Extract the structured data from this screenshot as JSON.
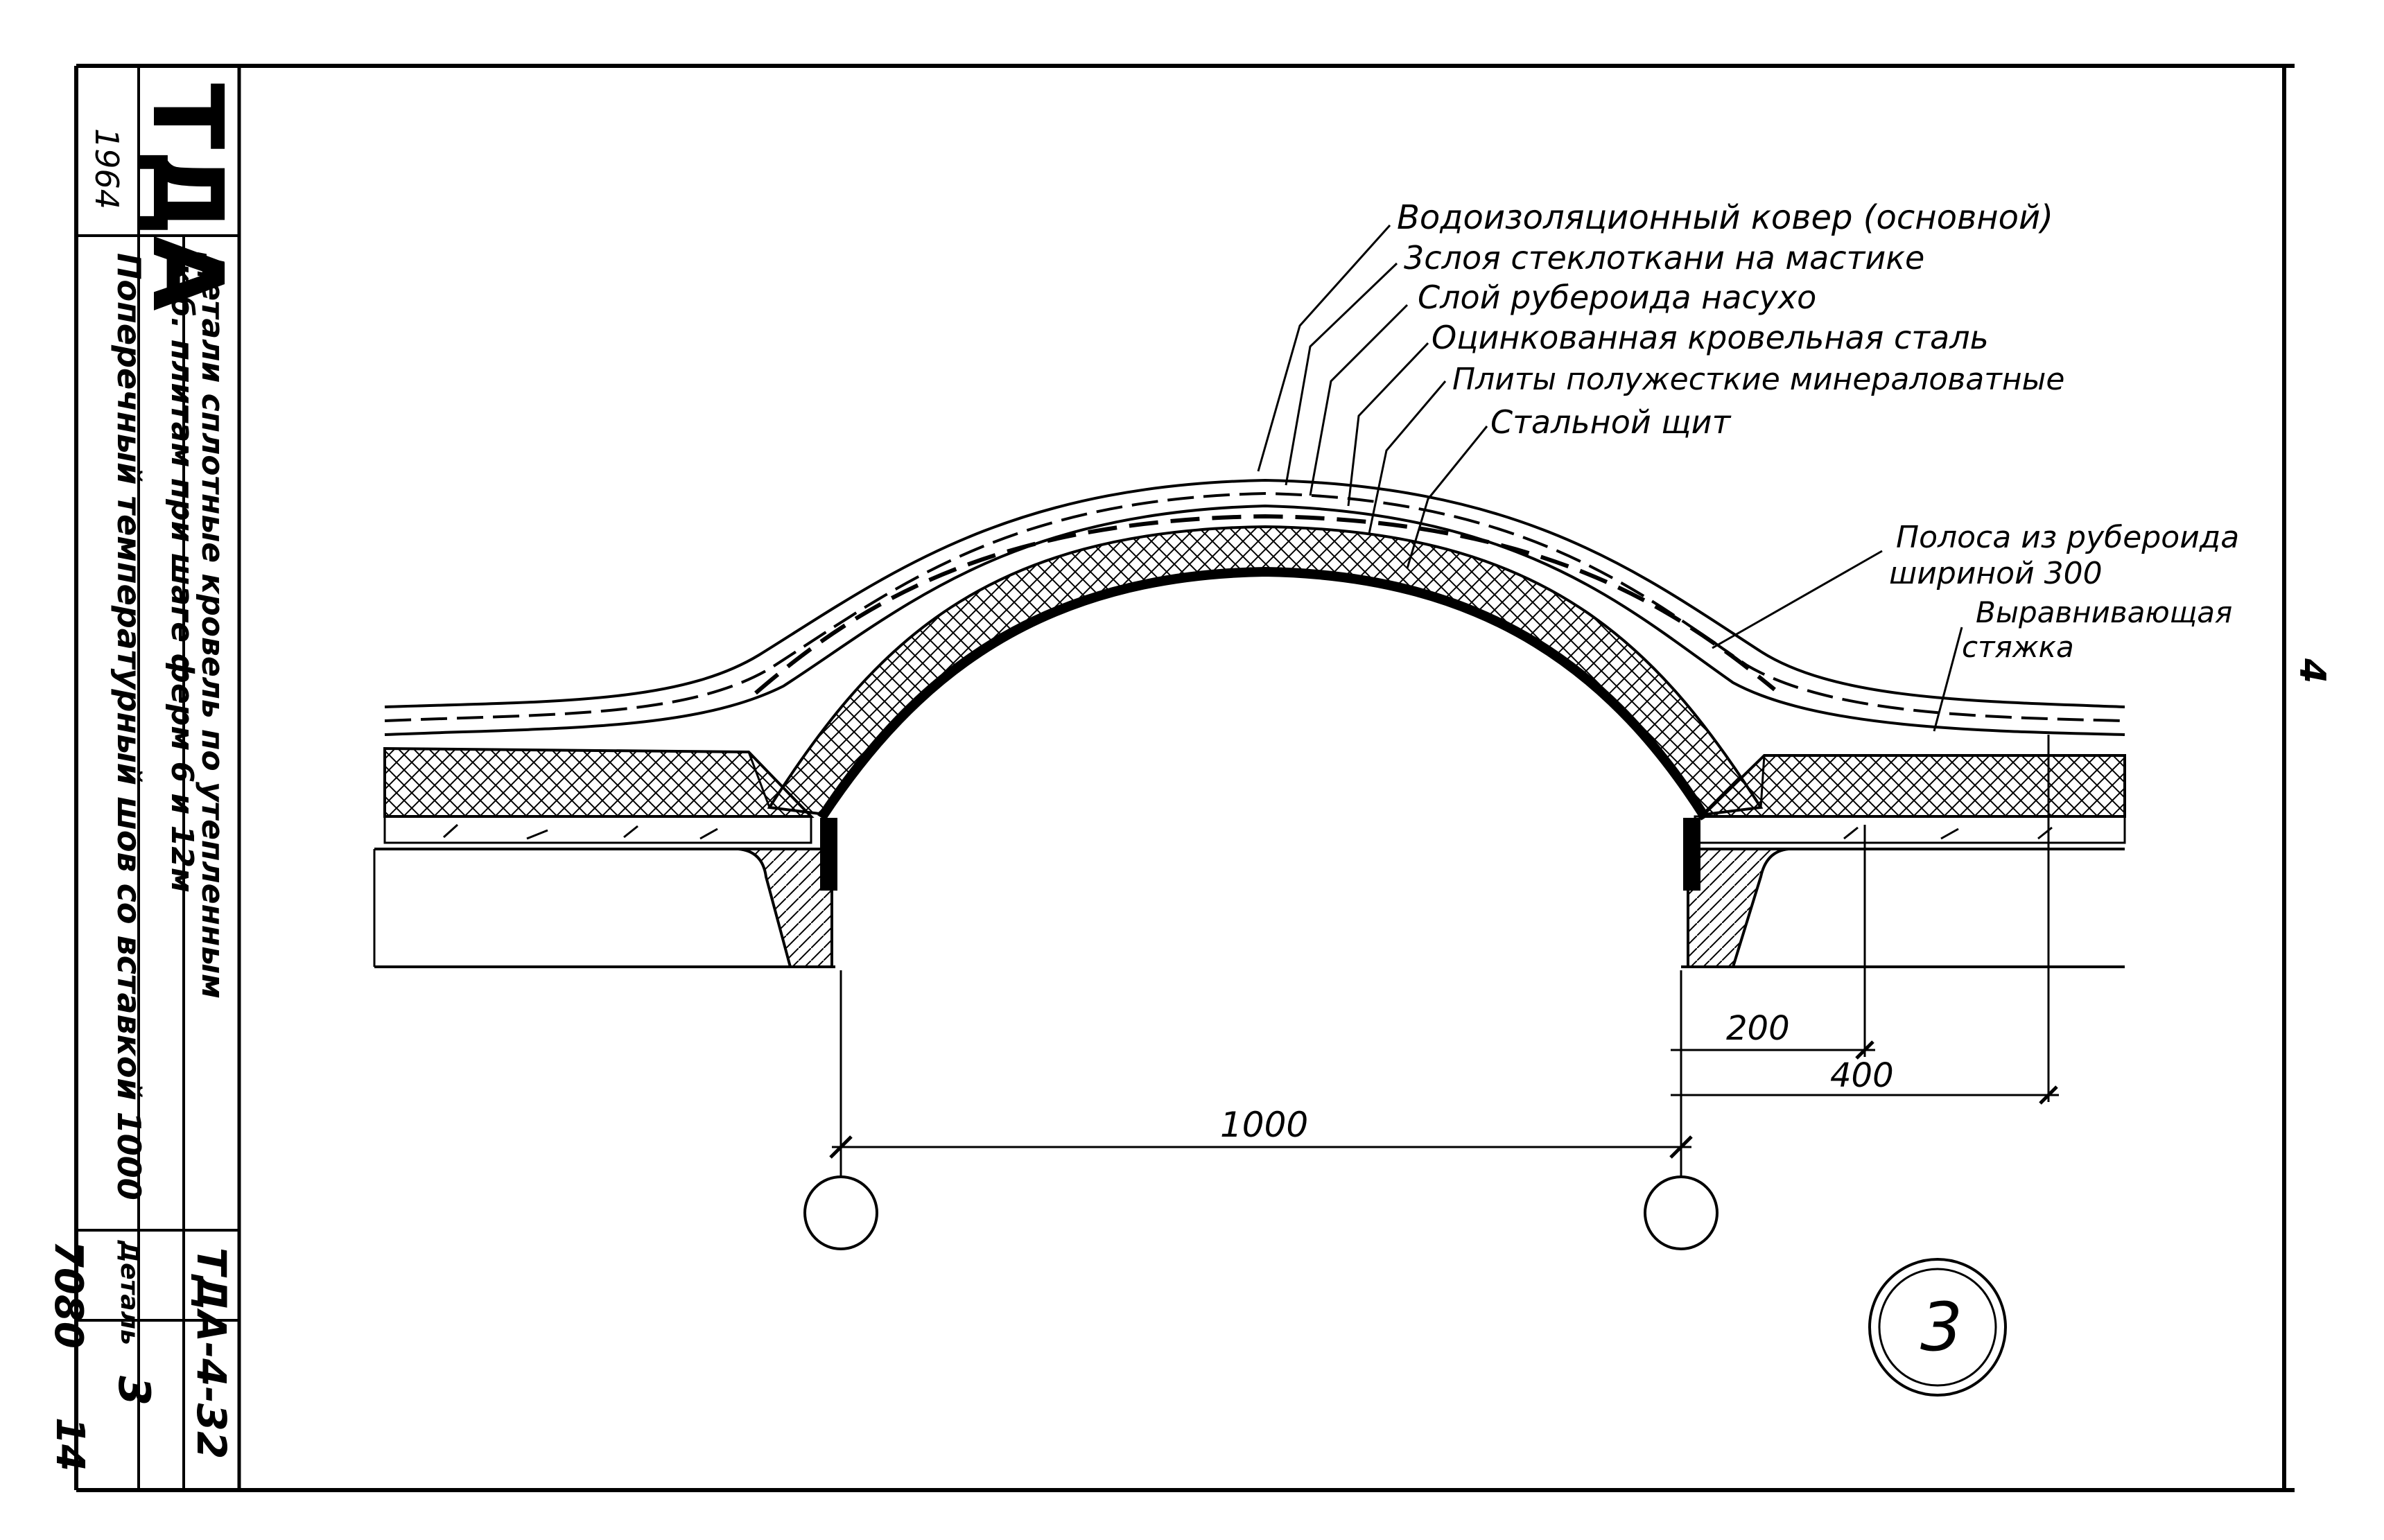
{
  "title_block": {
    "logo": "ТДА",
    "year": "1964",
    "description_line1": "Детали сплотные кровель по утепленным",
    "description_line2": "ж-б. плитам при шаге ферм 6 и 12м",
    "subject": "Поперечный температурный шов со вставкой 1000",
    "code": "ТДА-4-32",
    "detail_label": "Деталь",
    "detail_number": "3",
    "sheet_number": "7080",
    "page_number": "14"
  },
  "margin_marks": {
    "right_mark": "4"
  },
  "callouts": {
    "c1": "Водоизоляционный ковер (основной)",
    "c2": "3слоя стеклоткани на мастике",
    "c3": "Слой рубероида насухо",
    "c4": "Оцинкованная кровельная сталь",
    "c5": "Плиты полужесткие минераловатные",
    "c6": "Стальной щит",
    "c7a": "Полоса из рубероида",
    "c7b": "шириной 300",
    "c8a": "Выравнивающая",
    "c8b": "стяжка"
  },
  "dimensions": {
    "main_span": "1000",
    "dim_200": "200",
    "dim_400": "400"
  },
  "detail_marker": "3"
}
